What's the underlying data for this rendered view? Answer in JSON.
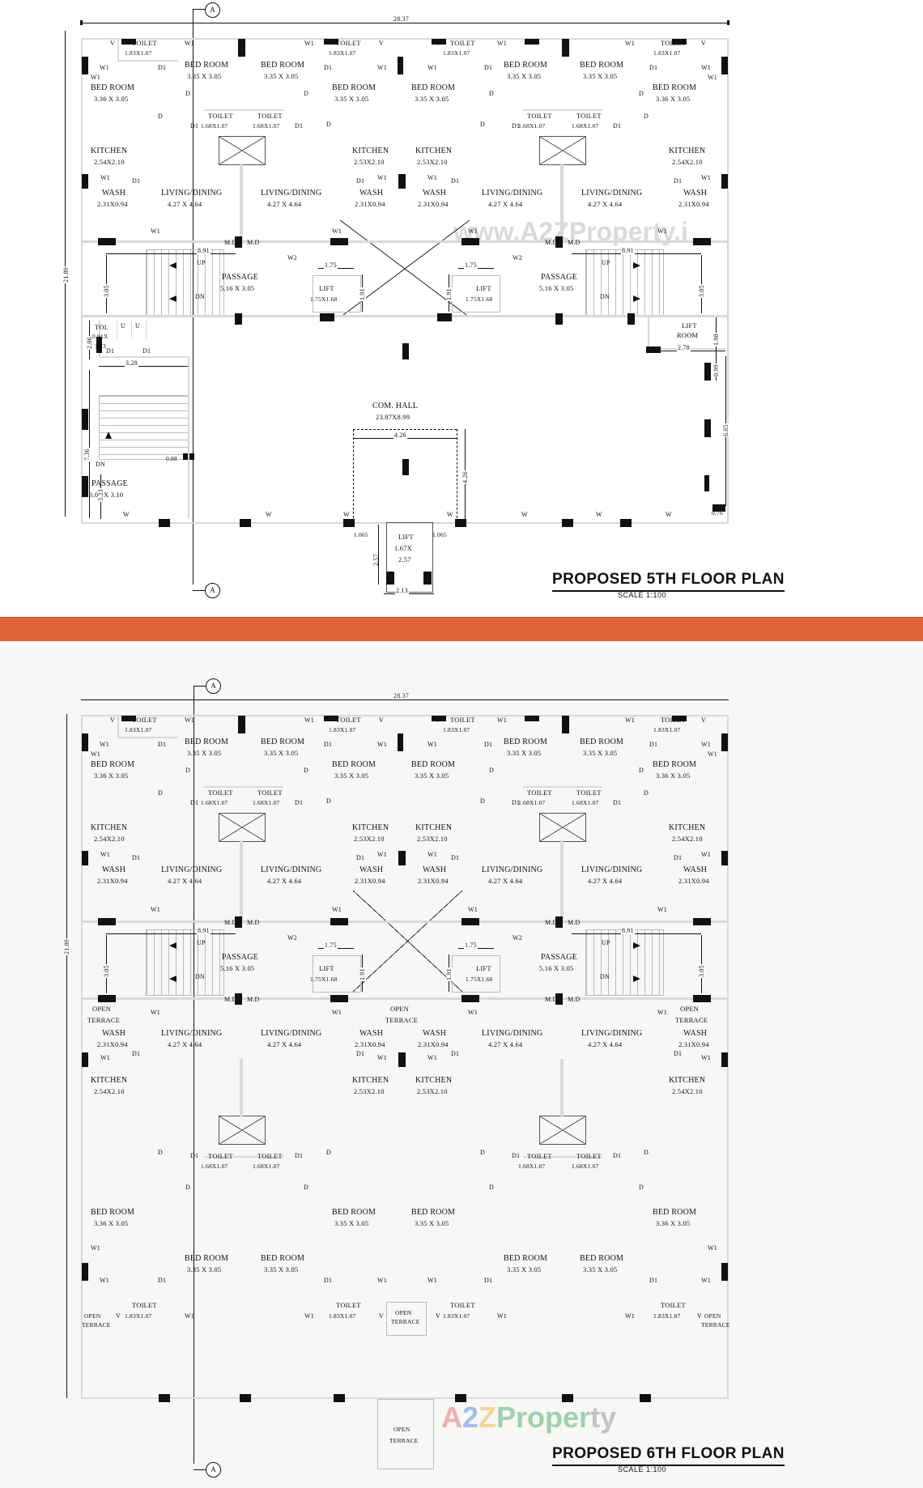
{
  "document": {
    "type": "architectural-floor-plan-sheet",
    "accent_color": "#e0633c",
    "background": "#ffffff"
  },
  "plans": [
    {
      "id": "plan-5th",
      "title": "PROPOSED 5TH FLOOR PLAN",
      "scale": "SCALE 1:100",
      "grid_mark": "A",
      "overall_width": "28.37",
      "overall_height": "21.89"
    },
    {
      "id": "plan-6th",
      "title": "PROPOSED 6TH FLOOR PLAN",
      "scale": "SCALE 1:100",
      "grid_mark": "A",
      "overall_width": "28.37",
      "overall_height": "21.89"
    }
  ],
  "rooms": {
    "bed_room": "BED ROOM",
    "bed_size_a": "3.36 X 3.05",
    "bed_size_b": "3.35 X 3.05",
    "toilet": "TOILET",
    "toilet_size_a": "1.83X1.07",
    "toilet_size_b": "1.68X1.07",
    "kitchen": "KITCHEN",
    "kitchen_size_a": "2.54X2.10",
    "kitchen_size_b": "2.53X2.10",
    "wash": "WASH",
    "wash_size": "2.31X0.94",
    "living": "LIVING/DINING",
    "living_size": "4.27 X 4.64",
    "passage": "PASSAGE",
    "passage_size": "5.16 X 3.05",
    "passage_size_b": "3.05 X 3.10",
    "lift": "LIFT",
    "lift_size": "1.75X1.68",
    "lift_room": "LIFT ROOM",
    "lift_room_l1": "LIFT",
    "lift_room_l2": "ROOM",
    "com_hall": "COM. HALL",
    "com_hall_size": "23.87X8.99",
    "open_terrace": "OPEN TERRACE",
    "open_terrace_l1": "OPEN",
    "open_terrace_l2": "TERRACE",
    "toi": "TOI.",
    "toi_size_l1": "0.91X",
    "toi_size_l2": "1.73",
    "urinal": "U",
    "big_lift": "LIFT",
    "big_lift_l1": "1.67X",
    "big_lift_l2": "2.57"
  },
  "markers": {
    "w": "W",
    "w1": "W1",
    "w2": "W2",
    "d": "D",
    "d1": "D1",
    "v": "V",
    "md": "M.D",
    "up": "UP",
    "dn": "DN"
  },
  "dimensions": {
    "overall_w": "28.37",
    "overall_h": "21.89",
    "stair_run": "8.91",
    "bay_3_05": "3.05",
    "lift_1_75": "1.75",
    "lift_1_91": "1.91",
    "toi_2_06": "2.06",
    "toi_3_28": "3.28",
    "stair_7_36": "7.36",
    "stair_3_33": "3.33",
    "stair_0_88": "0.88",
    "liftroom_2_78": "2.78",
    "liftroom_1_98": "1.98",
    "d_0_99": "0.99",
    "d_6_65": "6.65",
    "d_0_76": "0.76",
    "hall_4_26": "4.26",
    "lift_2_57": "2.57",
    "lift_2_13": "2.13",
    "lift_1_065": "1.065"
  },
  "watermark": {
    "plan5": "www.A2ZProperty.i",
    "plan6_parts": [
      "A",
      "2",
      "Z",
      "Proper",
      "ty"
    ]
  }
}
